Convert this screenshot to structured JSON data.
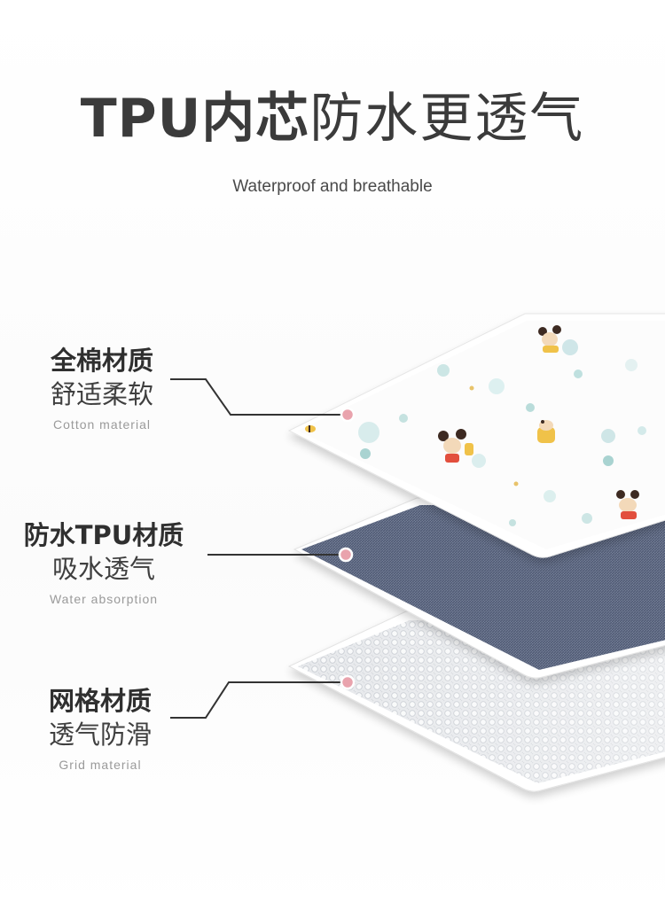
{
  "header": {
    "title_bold": "TPU内芯",
    "title_normal": "防水更透气",
    "subtitle": "Waterproof and breathable"
  },
  "layers": [
    {
      "name_bold": "全棉材质",
      "name_desc": "舒适柔软",
      "name_en": "Cotton material"
    },
    {
      "name_bold": "防水TPU材质",
      "name_desc": "吸水透气",
      "name_en": "Water absorption"
    },
    {
      "name_bold": "网格材质",
      "name_desc": "透气防滑",
      "name_en": "Grid material"
    }
  ],
  "colors": {
    "title": "#3b3b3b",
    "connector_line": "#333333",
    "dot_fill": "#e9a3ad",
    "tpu_layer": "#5b6680",
    "grid_layer": "#e4e6ea",
    "cotton_layer": "#ffffff"
  },
  "icons": {
    "cartoon_motif": "mouse-cartoon-icon",
    "marker": "pink-dot-icon"
  }
}
